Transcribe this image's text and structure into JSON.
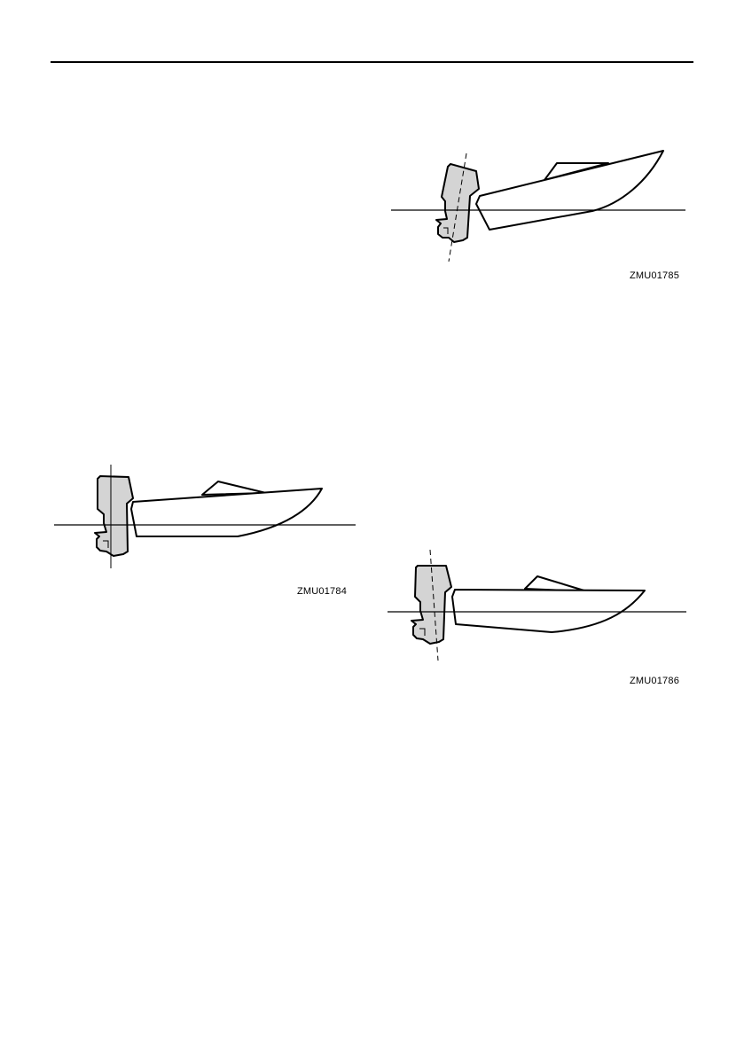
{
  "figures": [
    {
      "id": "trim-neutral",
      "code": "ZMU01784"
    },
    {
      "id": "trim-out",
      "code": "ZMU01785"
    },
    {
      "id": "trim-in",
      "code": "ZMU01786"
    }
  ]
}
